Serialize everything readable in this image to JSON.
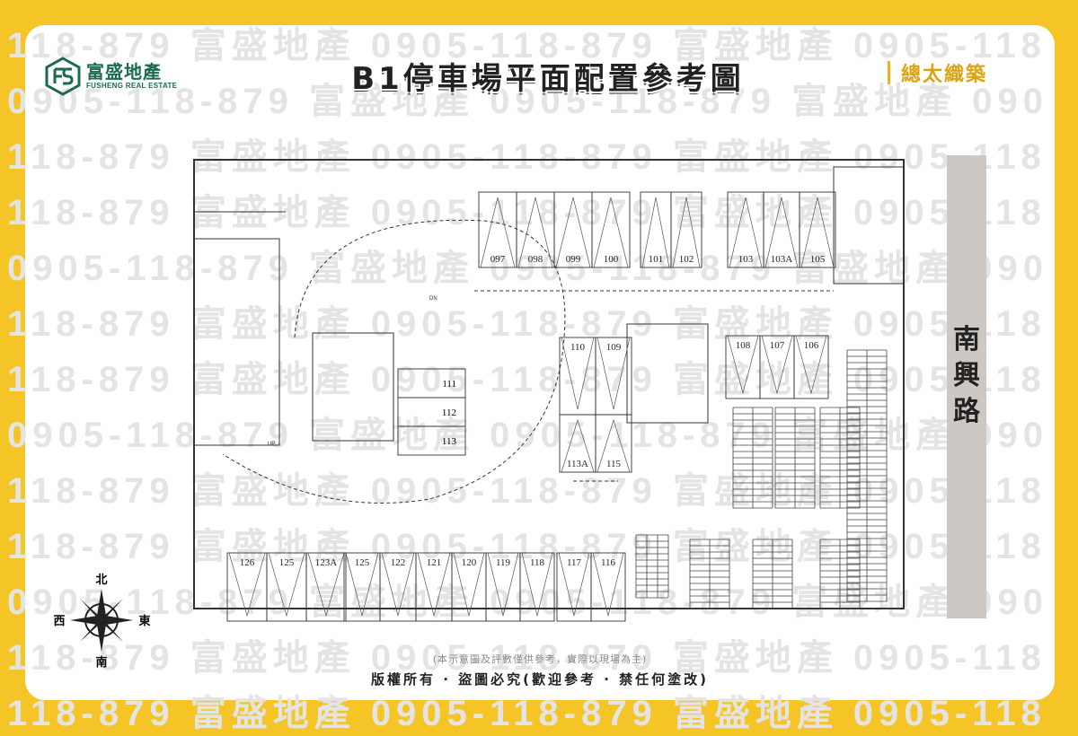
{
  "logo": {
    "name_cn": "富盛地產",
    "name_en": "FUSHENG REAL ESTATE"
  },
  "title": "B1停車場平面配置參考圖",
  "brand": "總太織築",
  "road": "南興路",
  "watermark": {
    "lines": [
      "118-879 富盛地產 0905-118-879 富盛地產 0905-118",
      "0905-118-879 富盛地產 0905-118-879 富盛地產 090",
      "118-879 富盛地產 0905-118-879 富盛地產 0905-118"
    ]
  },
  "compass": {
    "north": "北",
    "south": "南",
    "east": "東",
    "west": "西"
  },
  "note": "(本示意圖及評數僅供參考，實際以現場為主)",
  "copyright": "版權所有 · 盜圖必究(歡迎參考 · 禁任何塗改)",
  "plan": {
    "top_row": [
      "097",
      "098",
      "099",
      "100"
    ],
    "top_row_b": [
      "101",
      "102"
    ],
    "top_row_c": [
      "103",
      "103A",
      "105"
    ],
    "mid_left": [
      "110",
      "109"
    ],
    "mid_right": [
      "108",
      "107",
      "106"
    ],
    "side_stack": [
      "111",
      "112",
      "113"
    ],
    "lower_mid": [
      "113A",
      "115"
    ],
    "bottom_a": [
      "126",
      "125",
      "123A"
    ],
    "bottom_b": [
      "125",
      "122",
      "121"
    ],
    "bottom_c": [
      "120",
      "119",
      "118"
    ],
    "bottom_d": [
      "117",
      "116"
    ],
    "ramp_down": "DN",
    "ramp_up": "UP"
  }
}
